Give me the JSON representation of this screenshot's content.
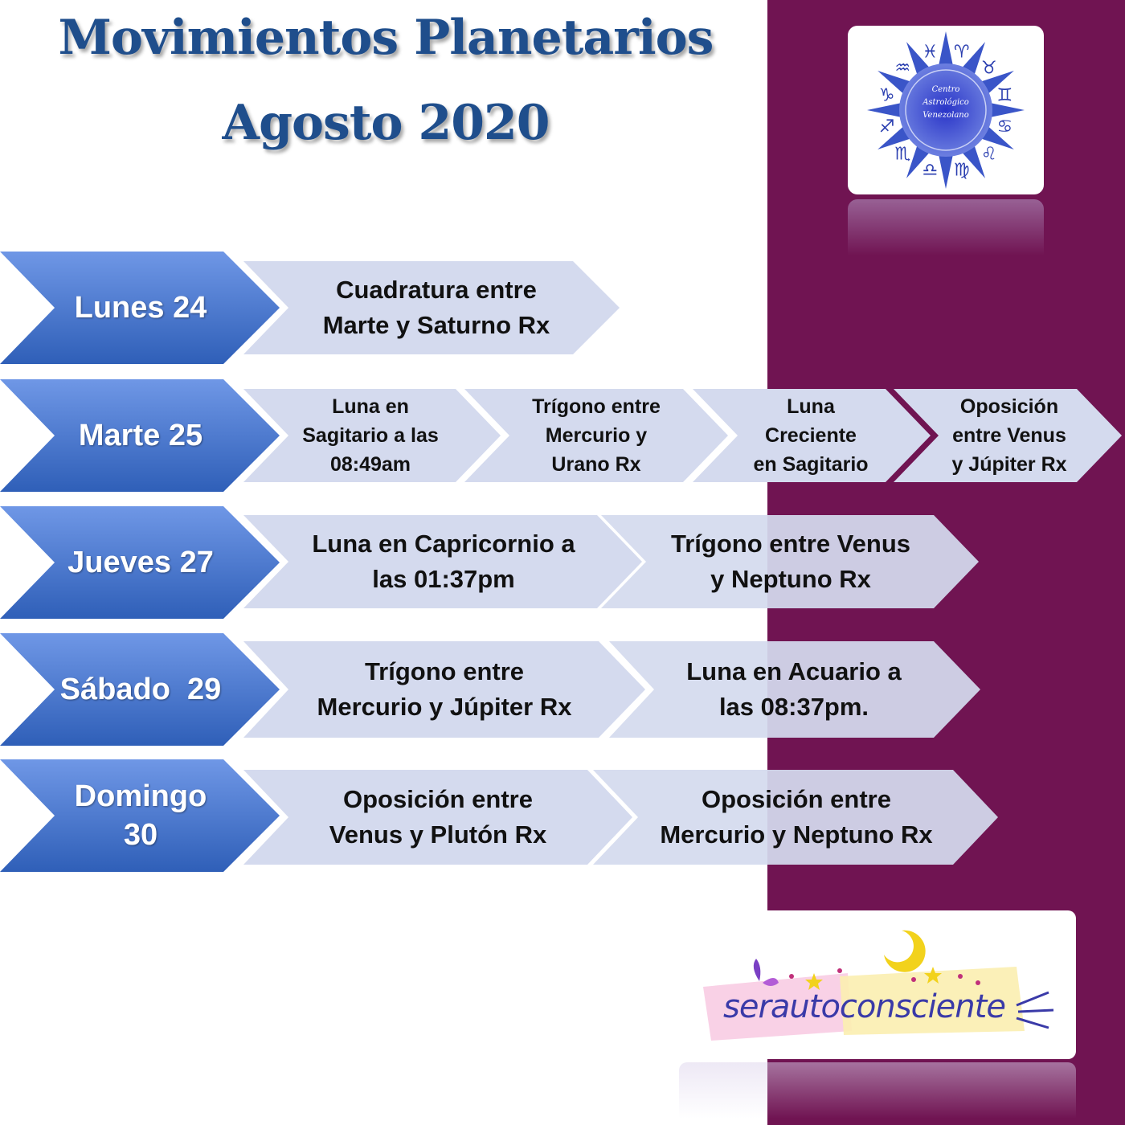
{
  "title": {
    "line1": "Movimientos Planetarios",
    "line2": "Agosto 2020"
  },
  "logo": {
    "text_lines": [
      "Centro",
      "Astrológico",
      "Venezolano"
    ],
    "glyphs": [
      "♈",
      "♉",
      "♊",
      "♋",
      "♌",
      "♍",
      "♎",
      "♏",
      "♐",
      "♑",
      "♒",
      "♓"
    ]
  },
  "rows": [
    {
      "day": "Lunes 24",
      "events": [
        "Cuadratura entre\nMarte y Saturno Rx"
      ]
    },
    {
      "day": "Marte 25",
      "events": [
        "Luna en\nSagitario a las\n08:49am",
        "Trígono entre\nMercurio y\nUrano Rx",
        "Luna\nCreciente\nen Sagitario",
        "Oposición\nentre Venus\ny Júpiter Rx"
      ]
    },
    {
      "day": "Jueves 27",
      "events": [
        "Luna en Capricornio a\nlas 01:37pm",
        "Trígono entre Venus\ny Neptuno Rx"
      ]
    },
    {
      "day": "Sábado  29",
      "events": [
        "Trígono entre\nMercurio y Júpiter Rx",
        "Luna en Acuario a\nlas 08:37pm."
      ]
    },
    {
      "day": "Domingo\n30",
      "events": [
        "Oposición entre\nVenus y Plutón Rx",
        "Oposición entre\nMercurio y Neptuno Rx"
      ]
    }
  ],
  "brand": {
    "name": "serautoconsciente"
  },
  "colors": {
    "panel": "#701452",
    "title": "#1f4e8c",
    "day_dark": "#2f5fb8",
    "day_light": "#6f97e6",
    "event": "#d4daee"
  }
}
